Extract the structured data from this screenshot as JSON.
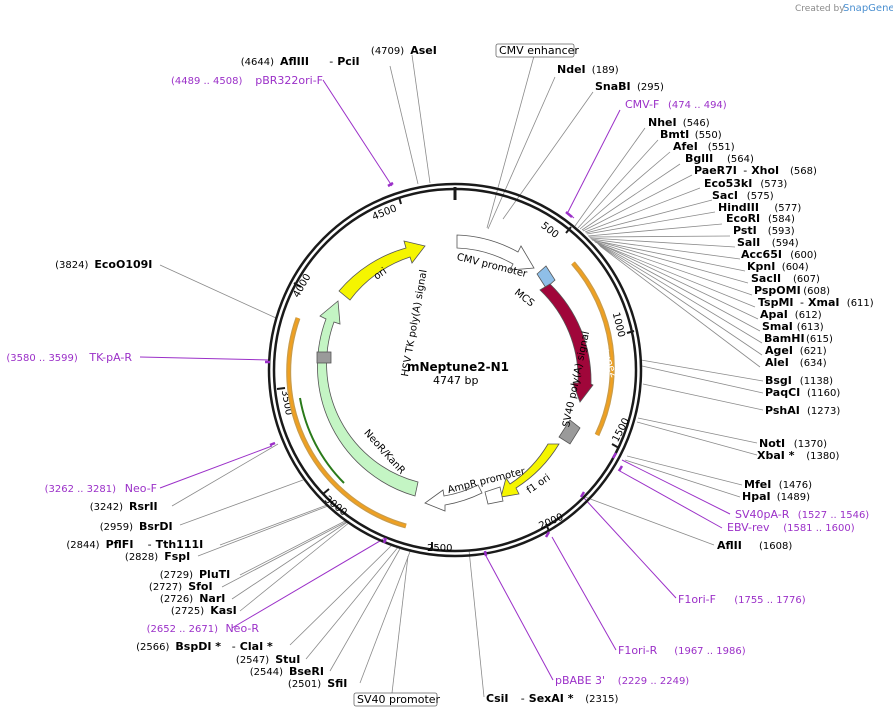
{
  "brand": {
    "created_by": "Created by",
    "name": "SnapGene"
  },
  "plasmid": {
    "name": "mNeptune2-N1",
    "size": "4747 bp"
  },
  "ticks": [
    "500",
    "1000",
    "1500",
    "2000",
    "2500",
    "3000",
    "3500",
    "4000",
    "4500"
  ],
  "enzymes_right": [
    {
      "name": "NdeI",
      "pos": "(189)"
    },
    {
      "name": "SnaBI",
      "pos": "(295)"
    },
    {
      "name": "NheI",
      "pos": "(546)"
    },
    {
      "name": "BmtI",
      "pos": "(550)"
    },
    {
      "name": "AfeI",
      "pos": "(551)"
    },
    {
      "name": "BglII",
      "pos": "(564)"
    },
    {
      "name": "PaeR7I",
      "extra": "XhoI",
      "pos": "(568)"
    },
    {
      "name": "Eco53kI",
      "pos": "(573)"
    },
    {
      "name": "SacI",
      "pos": "(575)"
    },
    {
      "name": "HindIII",
      "pos": "(577)"
    },
    {
      "name": "EcoRI",
      "pos": "(584)"
    },
    {
      "name": "PstI",
      "pos": "(593)"
    },
    {
      "name": "SalI",
      "pos": "(594)"
    },
    {
      "name": "Acc65I",
      "pos": "(600)"
    },
    {
      "name": "KpnI",
      "pos": "(604)"
    },
    {
      "name": "SacII",
      "pos": "(607)"
    },
    {
      "name": "PspOMI",
      "pos": "(608)"
    },
    {
      "name": "TspMI",
      "extra": "XmaI",
      "pos": "(611)"
    },
    {
      "name": "ApaI",
      "pos": "(612)"
    },
    {
      "name": "SmaI",
      "pos": "(613)"
    },
    {
      "name": "BamHI",
      "pos": "(615)"
    },
    {
      "name": "AgeI",
      "pos": "(621)"
    },
    {
      "name": "AleI",
      "pos": "(634)"
    },
    {
      "name": "BsgI",
      "pos": "(1138)"
    },
    {
      "name": "PaqCI",
      "pos": "(1160)"
    },
    {
      "name": "PshAI",
      "pos": "(1273)"
    },
    {
      "name": "NotI",
      "pos": "(1370)"
    },
    {
      "name": "XbaI *",
      "pos": "(1380)"
    },
    {
      "name": "MfeI",
      "pos": "(1476)"
    },
    {
      "name": "HpaI",
      "pos": "(1489)"
    },
    {
      "name": "AflII",
      "pos": "(1608)"
    }
  ],
  "enzymes_left": [
    {
      "pos": "(4709)",
      "name": "AseI"
    },
    {
      "pos": "(4644)",
      "name": "AflIII",
      "extra": "PciI"
    },
    {
      "pos": "(3824)",
      "name": "EcoO109I"
    },
    {
      "pos": "(3242)",
      "name": "RsrII"
    },
    {
      "pos": "(2959)",
      "name": "BsrDI"
    },
    {
      "pos": "(2844)",
      "name": "PflFI",
      "extra": "Tth111I"
    },
    {
      "pos": "(2828)",
      "name": "FspI"
    },
    {
      "pos": "(2729)",
      "name": "PluTI"
    },
    {
      "pos": "(2727)",
      "name": "SfoI"
    },
    {
      "pos": "(2726)",
      "name": "NarI"
    },
    {
      "pos": "(2725)",
      "name": "KasI"
    },
    {
      "pos": "(2566)",
      "name": "BspDI *",
      "extra": "ClaI *"
    },
    {
      "pos": "(2547)",
      "name": "StuI"
    },
    {
      "pos": "(2544)",
      "name": "BseRI"
    },
    {
      "pos": "(2501)",
      "name": "SfiI"
    },
    {
      "name": "CsiI",
      "extra": "SexAI *",
      "pos": "(2315)"
    }
  ],
  "primers": [
    {
      "name": "CMV-F",
      "pos": "(474 .. 494)"
    },
    {
      "name": "SV40pA-R",
      "pos": "(1527 .. 1546)"
    },
    {
      "name": "EBV-rev",
      "pos": "(1581 .. 1600)"
    },
    {
      "name": "F1ori-F",
      "pos": "(1755 .. 1776)"
    },
    {
      "name": "F1ori-R",
      "pos": "(1967 .. 1986)"
    },
    {
      "name": "pBABE 3'",
      "pos": "(2229 .. 2249)"
    },
    {
      "name": "Neo-R",
      "pos": "(2652 .. 2671)"
    },
    {
      "name": "Neo-F",
      "pos": "(3262 .. 3281)"
    },
    {
      "name": "TK-pA-R",
      "pos": "(3580 .. 3599)"
    },
    {
      "name": "pBR322ori-F",
      "pos": "(4489 .. 4508)"
    }
  ],
  "boxed_features": {
    "cmv_enhancer": "CMV enhancer",
    "sv40_promoter": "SV40 promoter"
  },
  "features": {
    "cmv_promoter": "CMV promoter",
    "mcs": "MCS",
    "mneptune2": "mNeptune2",
    "sv40_polya": "SV40 poly(A) signal",
    "f1_ori": "f1 ori",
    "ampr_promoter": "AmpR promoter",
    "neor": "NeoR/KanR",
    "hsv_tk": "HSV TK poly(A) signal",
    "ori": "ori"
  },
  "colors": {
    "backbone": "#1a1a1a",
    "primer": "#9b30c8",
    "cmv_promoter": "#ffffff",
    "mcs": "#8fbfe8",
    "mneptune2": "#a0063a",
    "f1_ori": "#f5f500",
    "ori": "#f5f500",
    "neor": "#c4f5c4",
    "polya": "#9a9a9a",
    "orf": "#f0a020",
    "ampr_promoter": "#ffffff"
  }
}
